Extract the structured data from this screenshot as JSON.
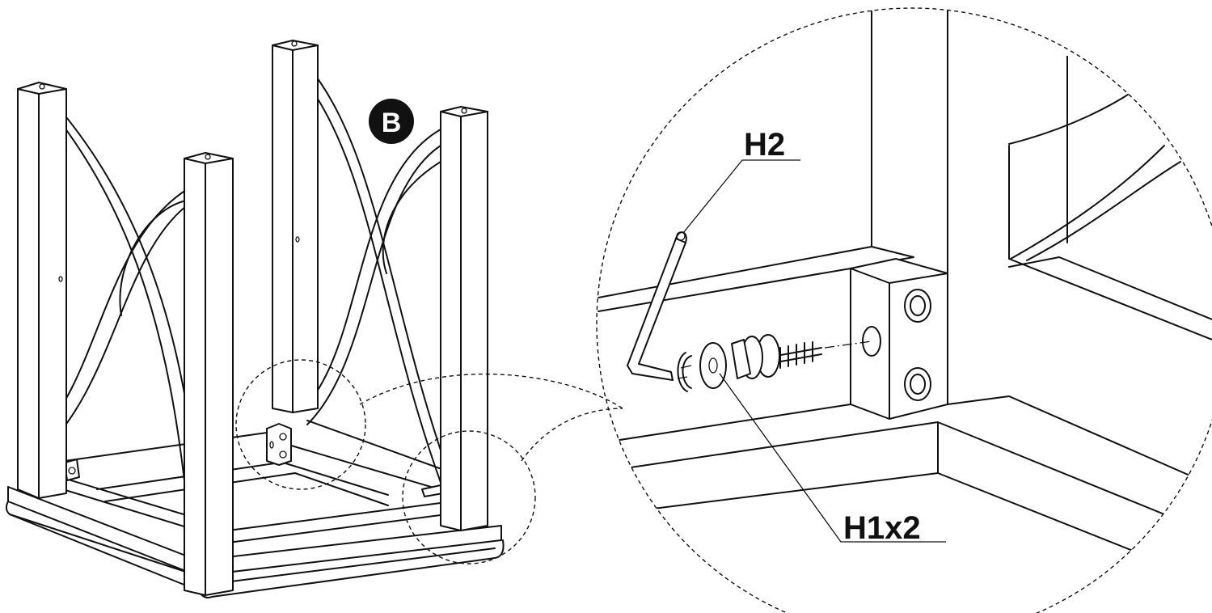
{
  "labels": {
    "badge": "B",
    "part_h2": "H2",
    "part_h1": "H1x2"
  },
  "colors": {
    "ink": "#111111",
    "paper": "#ffffff"
  }
}
